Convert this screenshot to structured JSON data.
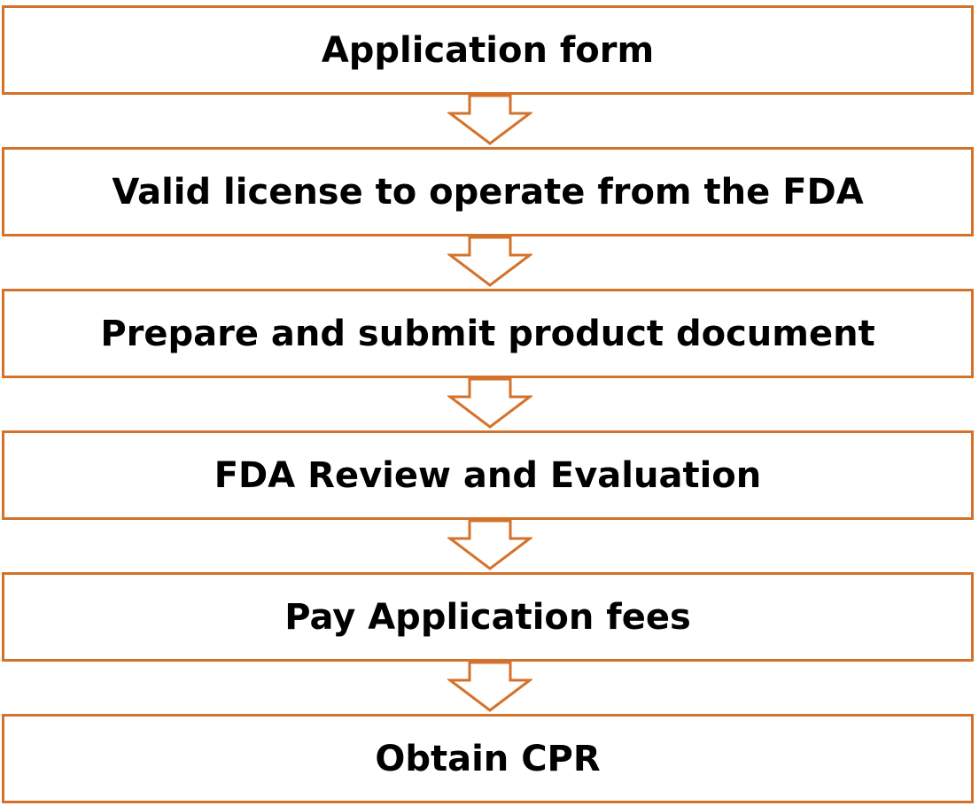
{
  "diagram": {
    "accent_color": "#d4722b",
    "steps": [
      {
        "label": "Application form"
      },
      {
        "label": "Valid license to operate from the FDA"
      },
      {
        "label": "Prepare and submit product document"
      },
      {
        "label": "FDA Review and Evaluation"
      },
      {
        "label": "Pay Application fees"
      },
      {
        "label": "Obtain CPR"
      }
    ],
    "connectors": [
      {
        "from": 0,
        "to": 1,
        "icon": "down-arrow-icon"
      },
      {
        "from": 1,
        "to": 2,
        "icon": "down-arrow-icon"
      },
      {
        "from": 2,
        "to": 3,
        "icon": "down-arrow-icon"
      },
      {
        "from": 3,
        "to": 4,
        "icon": "down-arrow-icon"
      },
      {
        "from": 4,
        "to": 5,
        "icon": "down-arrow-icon"
      }
    ]
  }
}
